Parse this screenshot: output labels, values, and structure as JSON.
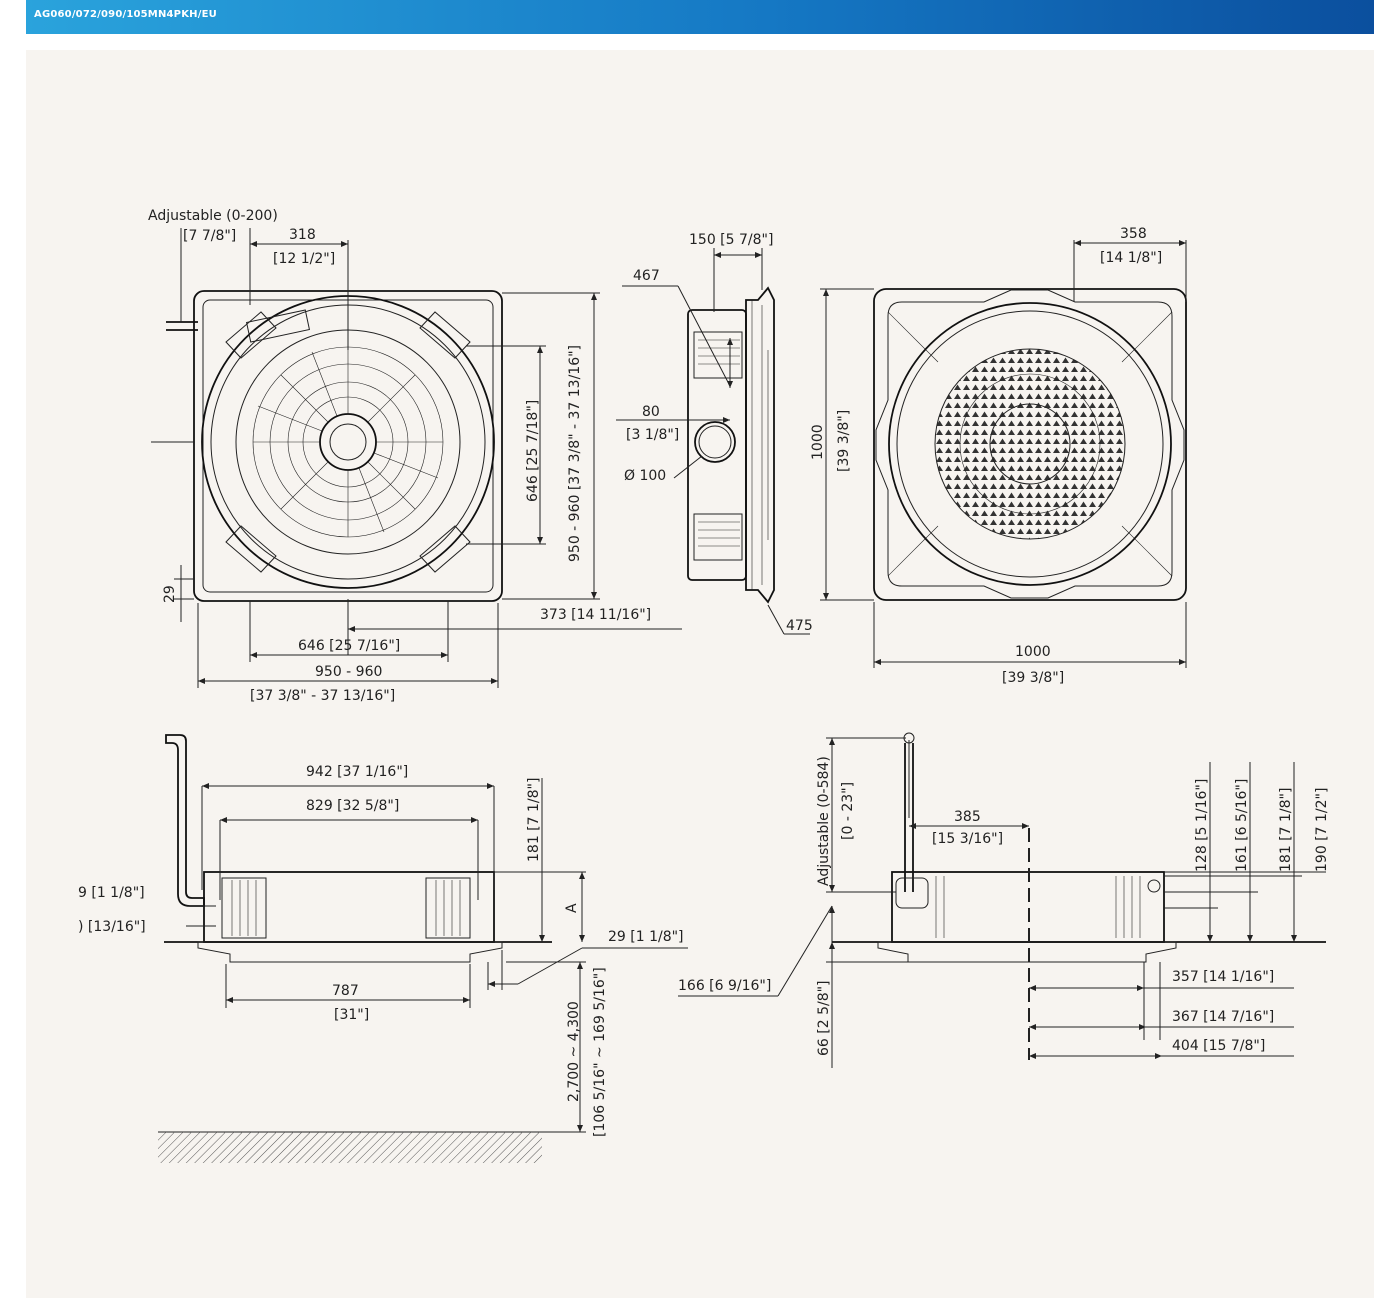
{
  "header": {
    "title": "AG060/072/090/105MN4PKH/EU",
    "accent": "#1578c4"
  },
  "front_view": {
    "adjustable": "Adjustable (0-200)",
    "adjustable_in": "[7 7/8\"]",
    "dim_318": "318",
    "dim_318_in": "[12 1/2\"]",
    "dim_646_v": "646 [25 7/18\"]",
    "dim_950_v": "950 - 960 [37 3/8\" - 37 13/16\"]",
    "dim_29": "29",
    "dim_373": "373 [14 11/16\"]",
    "dim_646_h": "646 [25 7/16\"]",
    "dim_950_h": "950 - 960",
    "dim_950_h_in": "[37 3/8\" - 37 13/16\"]"
  },
  "side_view": {
    "dim_150": "150 [5 7/8\"]",
    "dim_467": "467",
    "dim_80": "80",
    "dim_80_in": "[3 1/8\"]",
    "dim_dia": "Ø 100",
    "dim_475": "475"
  },
  "panel_view": {
    "dim_358": "358",
    "dim_358_in": "[14 1/8\"]",
    "dim_1000_v": "1000",
    "dim_1000_v_in": "[39 3/8\"]",
    "dim_1000_h": "1000",
    "dim_1000_h_in": "[39 3/8\"]"
  },
  "elevation_left": {
    "dim_942": "942 [37 1/16\"]",
    "dim_829": "829 [32 5/8\"]",
    "dim_181": "181 [7 1/8\"]",
    "dim_A": "A",
    "dim_29_left": "9 [1 1/8\"]",
    "dim_21_left": ") [13/16\"]",
    "dim_29_right": "29 [1 1/8\"]",
    "dim_787": "787",
    "dim_787_in": "[31\"]",
    "dim_2700": "2,700 ~ 4,300",
    "dim_2700_in": "[106 5/16\" ~ 169 5/16\"]"
  },
  "elevation_right": {
    "adjustable": "Adjustable (0-584)",
    "adjustable_in": "[0 - 23\"]",
    "dim_385": "385",
    "dim_385_in": "[15 3/16\"]",
    "dim_128": "128 [5 1/16\"]",
    "dim_161": "161 [6 5/16\"]",
    "dim_181": "181 [7 1/8\"]",
    "dim_190": "190 [7 1/2\"]",
    "dim_166": "166 [6 9/16\"]",
    "dim_66": "66 [2 5/8\"]",
    "dim_357": "357 [14 1/16\"]",
    "dim_367": "367 [14 7/16\"]",
    "dim_404": "404 [15 7/8\"]"
  }
}
